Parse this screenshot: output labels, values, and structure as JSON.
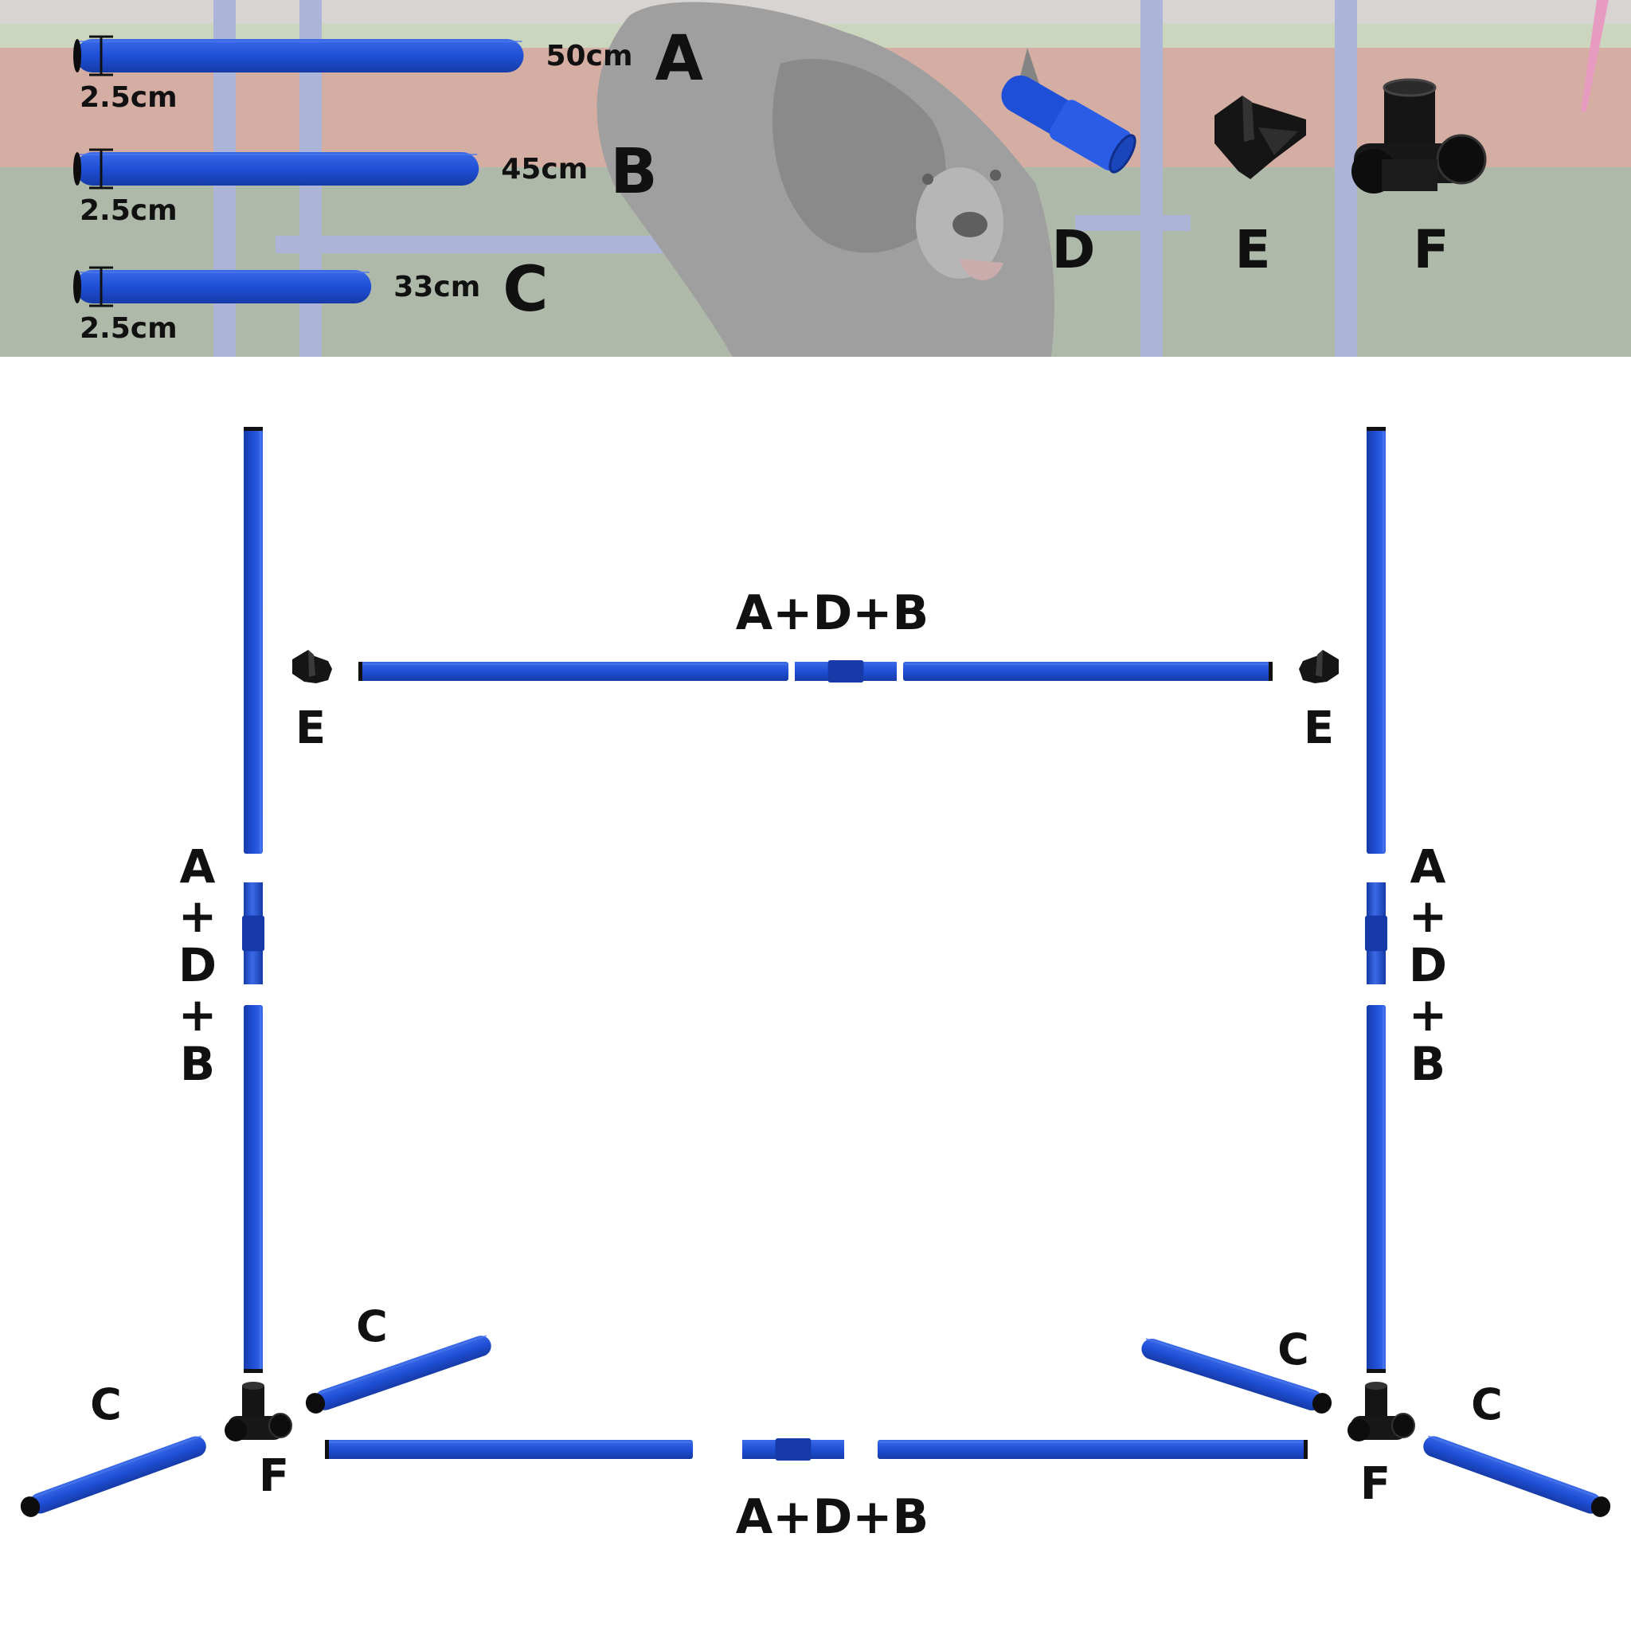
{
  "colors": {
    "pipe": "#1f4fd6",
    "pipe_dark": "#163ba8",
    "pipe_light": "#4d79ee",
    "fitting": "#111111",
    "banner_sky": "#c9c4bf",
    "banner_grass": "#8f9e8a",
    "banner_track": "#c48f7e",
    "dog_fur": "#777777",
    "background": "#ffffff"
  },
  "parts": [
    {
      "letter": "A",
      "length": "50cm",
      "diameter": "2.5cm"
    },
    {
      "letter": "B",
      "length": "45cm",
      "diameter": "2.5cm"
    },
    {
      "letter": "C",
      "length": "33cm",
      "diameter": "2.5cm"
    }
  ],
  "fittings": [
    {
      "letter": "D",
      "kind": "connector"
    },
    {
      "letter": "E",
      "kind": "bar-holder-clip"
    },
    {
      "letter": "F",
      "kind": "3-way-base-joint"
    }
  ],
  "assembly": {
    "top_bar_label": "A+D+B",
    "bottom_bar_label": "A+D+B",
    "left_post_label": [
      "A",
      "+",
      "D",
      "+",
      "B"
    ],
    "right_post_label": [
      "A",
      "+",
      "D",
      "+",
      "B"
    ],
    "left_clip_label": "E",
    "right_clip_label": "E",
    "left_base_label": "F",
    "right_base_label": "F",
    "left_feet_labels": [
      "C",
      "C"
    ],
    "right_feet_labels": [
      "C",
      "C"
    ]
  }
}
